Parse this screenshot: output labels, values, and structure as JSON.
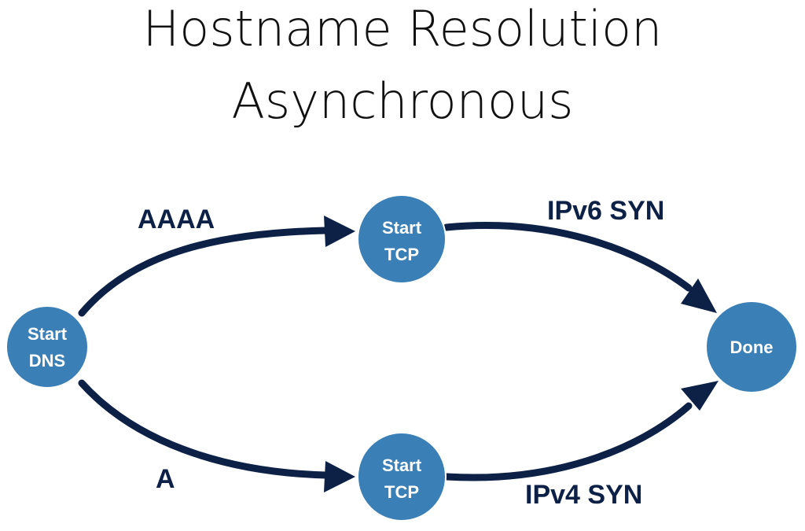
{
  "title": {
    "line1": "Hostname Resolution",
    "line2": "Asynchronous"
  },
  "nodes": {
    "start_dns": {
      "line1": "Start",
      "line2": "DNS"
    },
    "start_tcp_top": {
      "line1": "Start",
      "line2": "TCP"
    },
    "start_tcp_bottom": {
      "line1": "Start",
      "line2": "TCP"
    },
    "done": {
      "label": "Done"
    }
  },
  "edges": {
    "aaaa": "AAAA",
    "a": "A",
    "ipv6_syn": "IPv6 SYN",
    "ipv4_syn": "IPv4 SYN"
  },
  "colors": {
    "node_fill": "#3a7fb6",
    "edge_stroke": "#0d2147"
  }
}
